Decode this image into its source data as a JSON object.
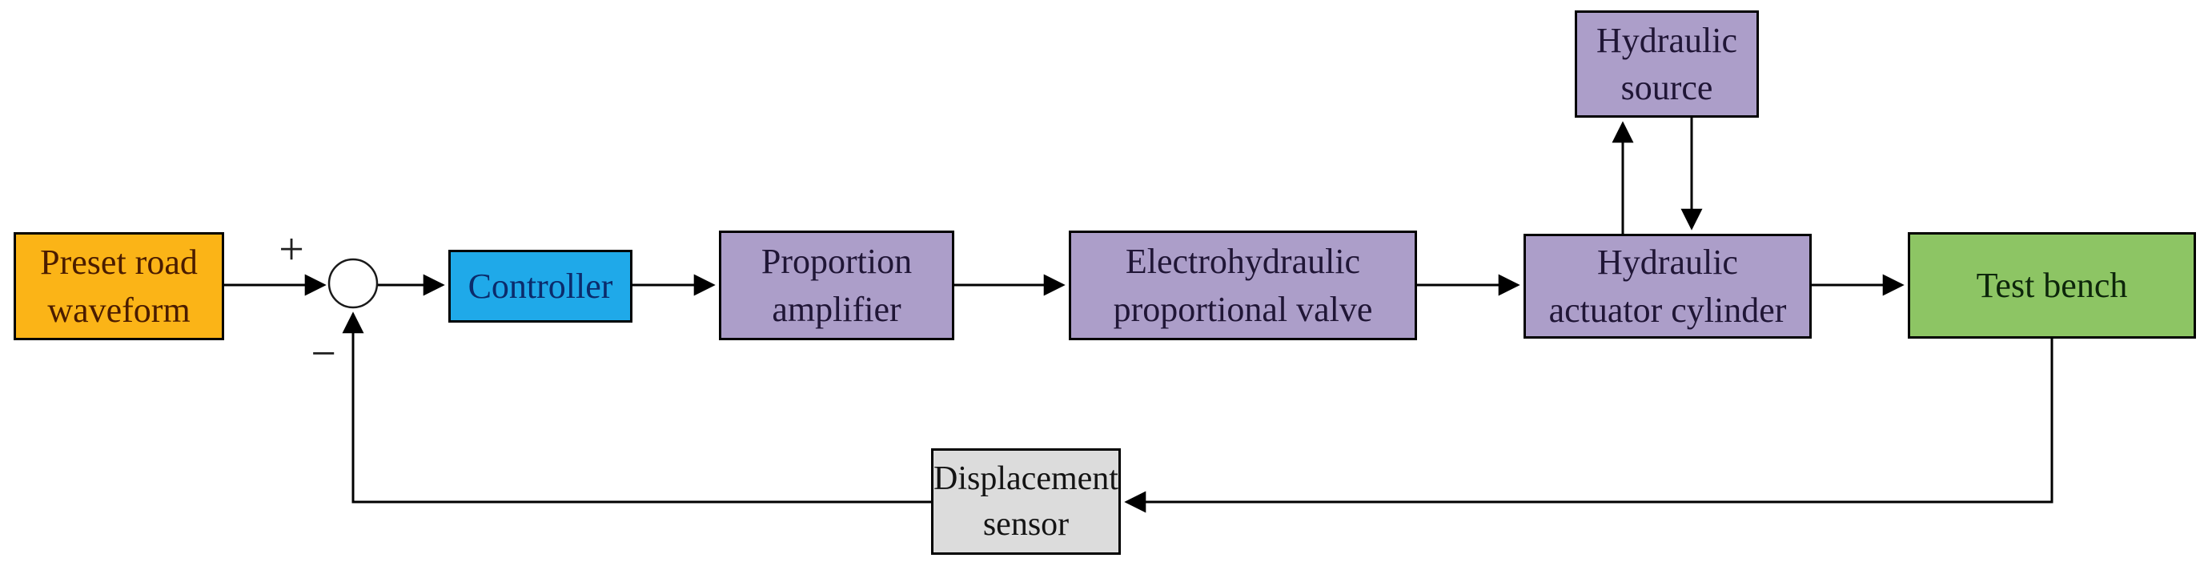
{
  "blocks": [
    {
      "id": "preset-road-waveform",
      "label": "Preset road\nwaveform",
      "fill": "#FBB417",
      "text_color": "#4A1C00",
      "border_color": "#000000"
    },
    {
      "id": "controller",
      "label": "Controller",
      "fill": "#1FA9E9",
      "text_color": "#0B2B6B",
      "border_color": "#000000"
    },
    {
      "id": "proportion-amplifier",
      "label": "Proportion\namplifier",
      "fill": "#AC9EC9",
      "text_color": "#201636",
      "border_color": "#000000"
    },
    {
      "id": "electrohydraulic-proportional-valve",
      "label": "Electrohydraulic\nproportional valve",
      "fill": "#AC9EC9",
      "text_color": "#201636",
      "border_color": "#000000"
    },
    {
      "id": "hydraulic-actuator-cylinder",
      "label": "Hydraulic\nactuator cylinder",
      "fill": "#AC9EC9",
      "text_color": "#201636",
      "border_color": "#000000"
    },
    {
      "id": "hydraulic-source",
      "label": "Hydraulic\nsource",
      "fill": "#AC9EC9",
      "text_color": "#201636",
      "border_color": "#000000"
    },
    {
      "id": "test-bench",
      "label": "Test bench",
      "fill": "#8DC564",
      "text_color": "#0D260B",
      "border_color": "#000000"
    },
    {
      "id": "displacement-sensor",
      "label": "Displacement\nsensor",
      "fill": "#DCDCDC",
      "text_color": "#141414",
      "border_color": "#000000"
    }
  ],
  "sum_junction": {
    "plus": "+",
    "minus": "−"
  },
  "wire_color": "#000000"
}
